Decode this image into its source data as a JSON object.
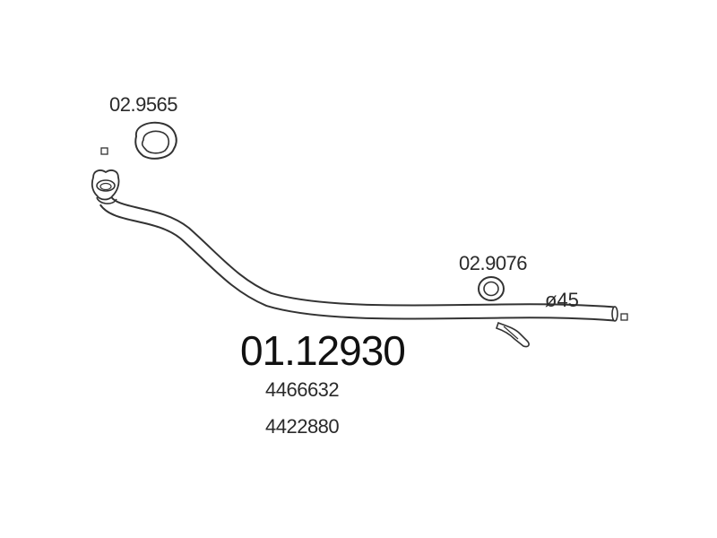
{
  "diagram": {
    "gaskets": [
      {
        "part_number": "02.9565"
      },
      {
        "part_number": "02.9076"
      }
    ],
    "pipe_diameter": "ø45",
    "main_part_number": "01.12930",
    "oem_numbers": [
      "4466632",
      "4422880"
    ]
  }
}
